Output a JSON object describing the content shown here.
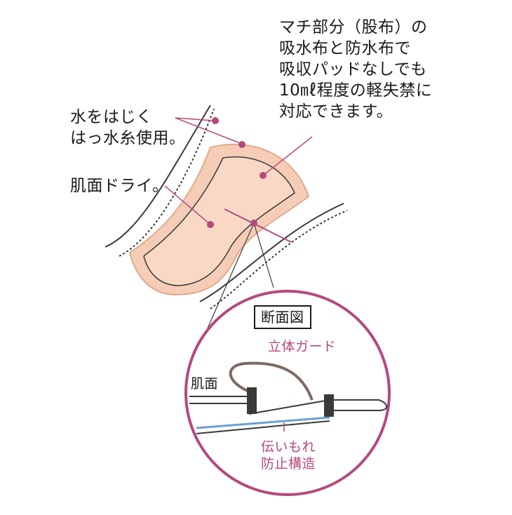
{
  "colors": {
    "pink": "#b5497e",
    "pad_fill": "#f5cdb7",
    "line_dark": "#3a3a3a",
    "layer_blue": "#6aa0d8"
  },
  "callouts": {
    "gusset": "マチ部分（股布）の\n吸水布と防水布で\n吸収パッドなしでも\n10㎖程度の軽失禁に\n対応できます。",
    "water_repellent": "水をはじく\nはっ水糸使用。",
    "dry_surface": "肌面ドライ。"
  },
  "cross_section": {
    "title": "断面図",
    "guard_label": "立体ガード",
    "skin_label": "肌面",
    "leak_label": "伝いもれ\n防止構造"
  }
}
